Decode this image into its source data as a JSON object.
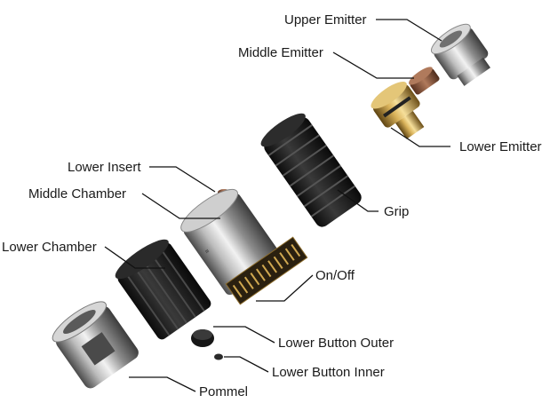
{
  "diagram": {
    "parts": [
      {
        "id": "upper-emitter",
        "label": "Upper Emitter"
      },
      {
        "id": "middle-emitter",
        "label": "Middle Emitter"
      },
      {
        "id": "lower-emitter",
        "label": "Lower Emitter"
      },
      {
        "id": "grip",
        "label": "Grip"
      },
      {
        "id": "lower-insert",
        "label": "Lower Insert"
      },
      {
        "id": "middle-chamber",
        "label": "Middle Chamber"
      },
      {
        "id": "lower-chamber",
        "label": "Lower Chamber"
      },
      {
        "id": "on-off",
        "label": "On/Off"
      },
      {
        "id": "lower-button-outer",
        "label": "Lower Button Outer"
      },
      {
        "id": "lower-button-inner",
        "label": "Lower Button Inner"
      },
      {
        "id": "pommel",
        "label": "Pommel"
      }
    ]
  },
  "colors": {
    "background": "#ffffff",
    "metal": "#9a9a9a",
    "brass": "#b8903a",
    "copper": "#8a5a3c",
    "rubber": "#1e1e1e",
    "label": "#1a1a1a"
  }
}
